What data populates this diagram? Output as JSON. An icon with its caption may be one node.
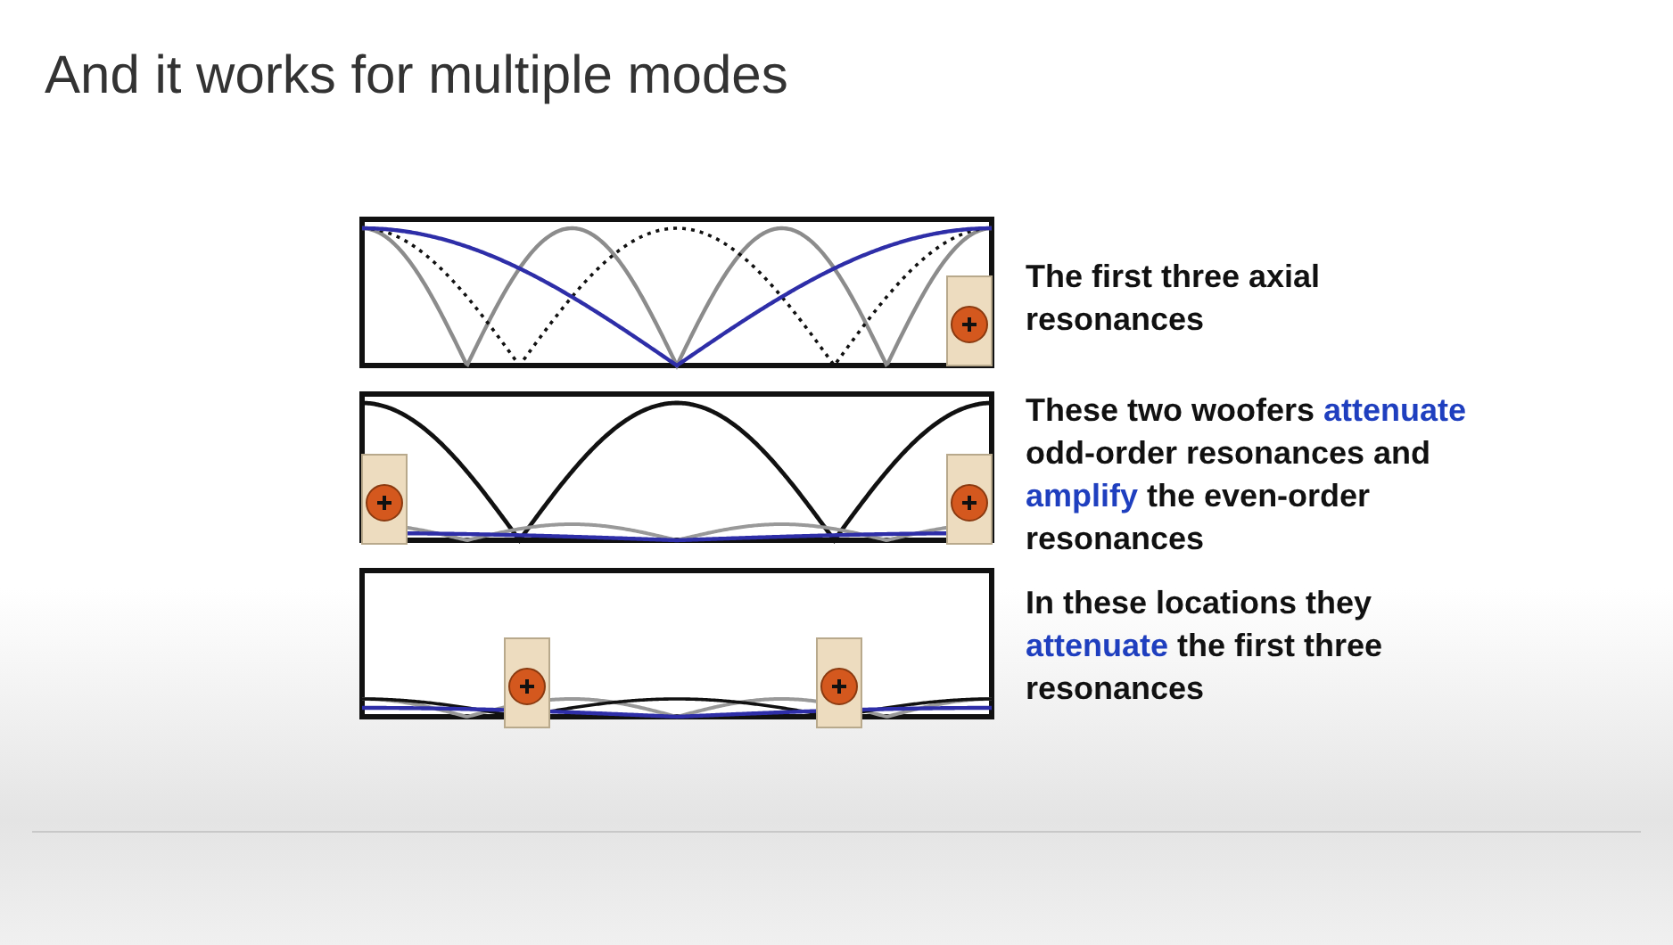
{
  "diagram": {
    "title": "And it works for multiple modes",
    "labels": [
      "The first three axial resonances",
      "These two woofers **attenuate** odd-order resonances and **amplify** the even-order resonances",
      "In these locations they **attenuate** the first three resonances"
    ]
  }
}
